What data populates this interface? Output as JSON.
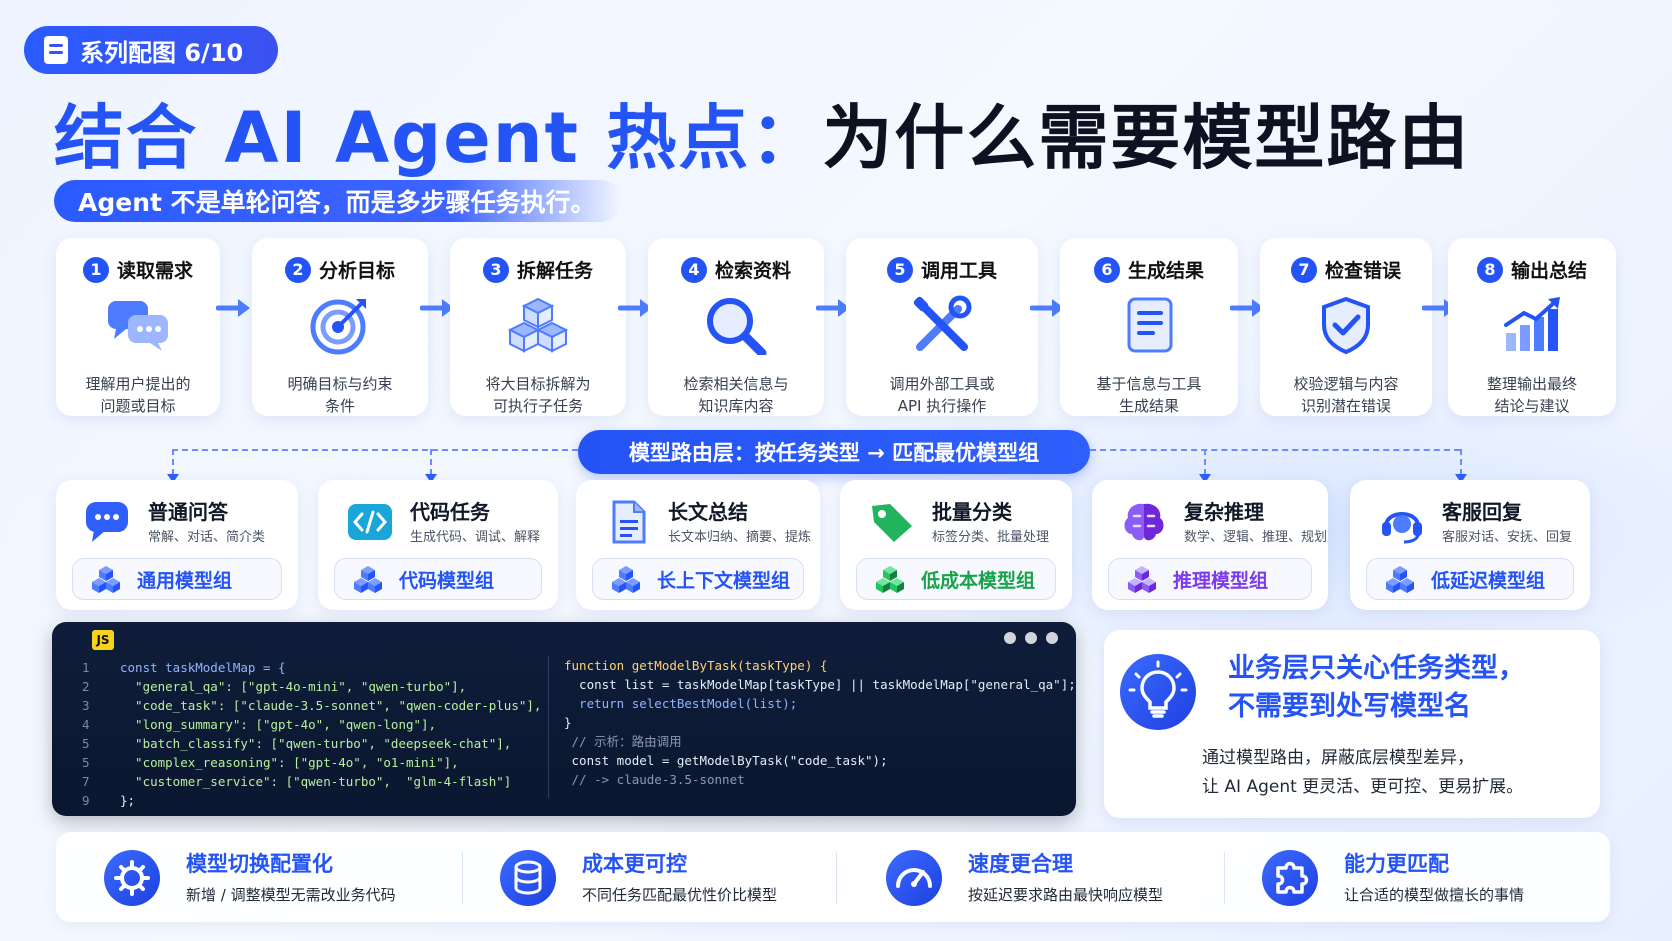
{
  "badge": "系列配图 6/10",
  "title": {
    "part1": "结合 AI Agent 热点：",
    "part2": "为什么需要模型路由"
  },
  "subtitle": "Agent 不是单轮问答，而是多步骤任务执行。",
  "steps": [
    {
      "num": "1",
      "title": "读取需求",
      "icon": "chat-bubbles-icon",
      "desc1": "理解用户提出的",
      "desc2": "问题或目标"
    },
    {
      "num": "2",
      "title": "分析目标",
      "icon": "target-icon",
      "desc1": "明确目标与约束",
      "desc2": "条件"
    },
    {
      "num": "3",
      "title": "拆解任务",
      "icon": "cubes-icon",
      "desc1": "将大目标拆解为",
      "desc2": "可执行子任务"
    },
    {
      "num": "4",
      "title": "检索资料",
      "icon": "magnifier-icon",
      "desc1": "检索相关信息与",
      "desc2": "知识库内容"
    },
    {
      "num": "5",
      "title": "调用工具",
      "icon": "tools-icon",
      "desc1": "调用外部工具或",
      "desc2": "API 执行操作"
    },
    {
      "num": "6",
      "title": "生成结果",
      "icon": "document-icon",
      "desc1": "基于信息与工具",
      "desc2": "生成结果"
    },
    {
      "num": "7",
      "title": "检查错误",
      "icon": "shield-check-icon",
      "desc1": "校验逻辑与内容",
      "desc2": "识别潜在错误"
    },
    {
      "num": "8",
      "title": "输出总结",
      "icon": "bar-chart-icon",
      "desc1": "整理输出最终",
      "desc2": "结论与建议"
    }
  ],
  "routing": "模型路由层：按任务类型 → 匹配最优模型组",
  "tasks": [
    {
      "title": "普通问答",
      "sub": "常解、对话、简介类",
      "group": "通用模型组",
      "icon": "chat-icon"
    },
    {
      "title": "代码任务",
      "sub": "生成代码、调试、解释",
      "group": "代码模型组",
      "icon": "code-icon"
    },
    {
      "title": "长文总结",
      "sub": "长文本归纳、摘要、提炼",
      "group": "长上下文模型组",
      "icon": "file-icon"
    },
    {
      "title": "批量分类",
      "sub": "标签分类、批量处理",
      "group": "低成本模型组",
      "icon": "tag-icon"
    },
    {
      "title": "复杂推理",
      "sub": "数学、逻辑、推理、规划",
      "group": "推理模型组",
      "icon": "brain-icon"
    },
    {
      "title": "客服回复",
      "sub": "客服对话、安抚、回复",
      "group": "低延迟模型组",
      "icon": "headset-icon"
    }
  ],
  "code": {
    "lang": "JS",
    "left": [
      {
        "no": "1",
        "text": "const taskModelMap = {"
      },
      {
        "no": "2",
        "text": "  \"general_qa\": [\"gpt-4o-mini\", \"qwen-turbo\"],"
      },
      {
        "no": "3",
        "text": "  \"code_task\": [\"claude-3.5-sonnet\", \"qwen-coder-plus\"],"
      },
      {
        "no": "4",
        "text": "  \"long_summary\": [\"gpt-4o\", \"qwen-long\"],"
      },
      {
        "no": "5",
        "text": "  \"batch_classify\": [\"qwen-turbo\", \"deepseek-chat\"],"
      },
      {
        "no": "5",
        "text": "  \"complex_reasoning\": [\"gpt-4o\", \"o1-mini\"],"
      },
      {
        "no": "7",
        "text": "  \"customer_service\": [\"qwen-turbo\",  \"glm-4-flash\"]"
      },
      {
        "no": "9",
        "text": "};"
      }
    ],
    "right": [
      "function getModelByTask(taskType) {",
      "  const list = taskModelMap[taskType] || taskModelMap[\"general_qa\"];",
      "  return selectBestModel(list);",
      "}",
      " // 示析：路由调用",
      " const model = getModelByTask(\"code_task\");",
      " // -> claude-3.5-sonnet"
    ]
  },
  "callout": {
    "icon": "lightbulb-icon",
    "heading1": "业务层只关心任务类型，",
    "heading2": "不需要到处写模型名",
    "body1": "通过模型路由，屏蔽底层模型差异，",
    "body2": "让 AI Agent 更灵活、更可控、更易扩展。"
  },
  "features": [
    {
      "title": "模型切换配置化",
      "sub": "新增 / 调整模型无需改业务代码",
      "icon": "gear-icon"
    },
    {
      "title": "成本更可控",
      "sub": "不同任务匹配最优性价比模型",
      "icon": "database-icon"
    },
    {
      "title": "速度更合理",
      "sub": "按延迟要求路由最快响应模型",
      "icon": "speedometer-icon"
    },
    {
      "title": "能力更匹配",
      "sub": "让合适的模型做擅长的事情",
      "icon": "puzzle-icon"
    }
  ],
  "colors": {
    "accent": "#2454f5",
    "dark": "#0d1222",
    "green": "#16a34a",
    "purple": "#7c3aed"
  }
}
